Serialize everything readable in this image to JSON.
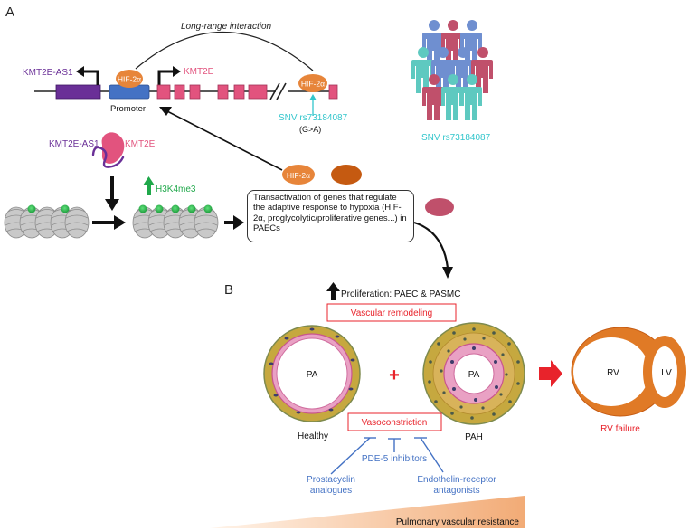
{
  "panels": {
    "a": "A",
    "b": "B"
  },
  "top": {
    "interaction": "Long-range interaction",
    "antisense_gene": "KMT2E-AS1",
    "gene": "KMT2E",
    "hif_left": "HIF-2α",
    "hif_right": "HIF-2α",
    "promoter": "Promoter",
    "snv": "SNV rs73184087",
    "snv_change": "(G>A)",
    "population_snv": "SNV rs73184087"
  },
  "middle": {
    "complex_as1": "KMT2E-AS1",
    "complex_gene": "KMT2E",
    "histone_mark": "H3K4me3",
    "hif_label": "HIF-2α",
    "box_text": "Transactivation of genes that regulate the adaptive response to hypoxia (HIF-2α, proglycolytic/proliferative genes...) in PAECs"
  },
  "bottom": {
    "proliferation": "Proliferation: PAEC & PASMC",
    "remodeling": "Vascular remodeling",
    "pa_healthy": "PA",
    "pa_pah": "PA",
    "plus": "+",
    "healthy": "Healthy",
    "pah": "PAH",
    "vasoconstriction": "Vasoconstriction",
    "pde5": "PDE-5 inhibitors",
    "prostacyclin_1": "Prostacyclin",
    "prostacyclin_2": "analogues",
    "endothelin_1": "Endothelin-receptor",
    "endothelin_2": "antagonists",
    "rv": "RV",
    "lv": "LV",
    "rv_failure": "RV failure",
    "resistance": "Pulmonary vascular resistance"
  },
  "colors": {
    "purple": "#6a2f97",
    "blue": "#4472c4",
    "pink": "#e2537e",
    "orange": "#e7853a",
    "brown": "#c55a11",
    "maroon": "#c0506b",
    "cyan": "#33c6cc",
    "green": "#1fa84a",
    "red": "#e8232b",
    "gold": "#c6a83f",
    "grey": "#bdbdbd",
    "resist": "#f4b183"
  }
}
